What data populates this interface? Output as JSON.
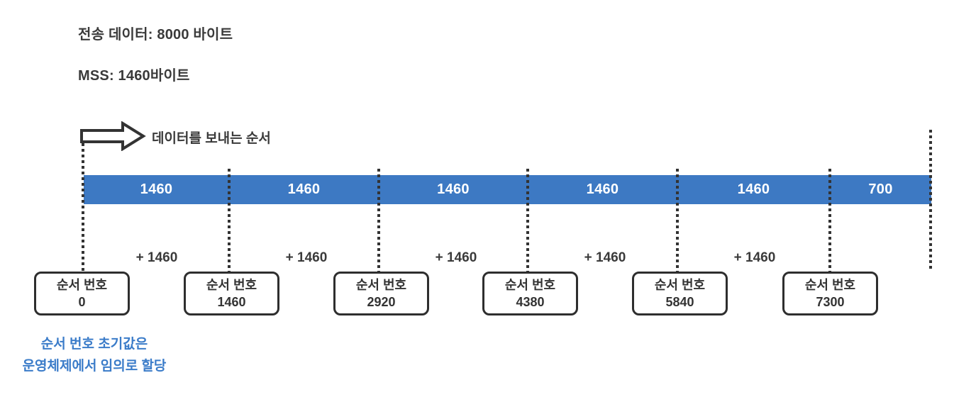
{
  "header": {
    "transfer_label": "전송 데이터: 8000 바이트",
    "mss_label": "MSS: 1460바이트"
  },
  "arrow": {
    "label": "데이터를 보내는 순서"
  },
  "bar": {
    "segments": [
      {
        "label": "1460"
      },
      {
        "label": "1460"
      },
      {
        "label": "1460"
      },
      {
        "label": "1460"
      },
      {
        "label": "1460"
      },
      {
        "label": "700"
      }
    ]
  },
  "increments": [
    {
      "label": "+ 1460"
    },
    {
      "label": "+ 1460"
    },
    {
      "label": "+ 1460"
    },
    {
      "label": "+ 1460"
    },
    {
      "label": "+ 1460"
    }
  ],
  "seq_boxes": [
    {
      "title": "순서 번호",
      "value": "0"
    },
    {
      "title": "순서 번호",
      "value": "1460"
    },
    {
      "title": "순서 번호",
      "value": "2920"
    },
    {
      "title": "순서 번호",
      "value": "4380"
    },
    {
      "title": "순서 번호",
      "value": "5840"
    },
    {
      "title": "순서 번호",
      "value": "7300"
    }
  ],
  "note": {
    "line1": "순서 번호 초기값은",
    "line2": "운영체제에서 임의로 할당"
  },
  "colors": {
    "bar_blue": "#3d79c3",
    "note_blue": "#3b7cc9",
    "ink": "#3a3a3a",
    "line": "#333333"
  }
}
